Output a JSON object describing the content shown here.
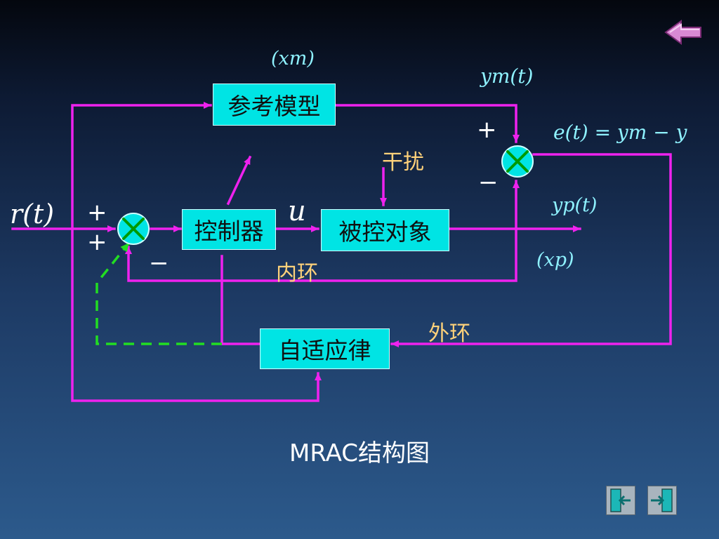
{
  "blocks": {
    "reference_model": "参考模型",
    "controller": "控制器",
    "plant": "被控对象",
    "adaptive_law": "自适应律"
  },
  "signals": {
    "reference_input": "r(t)",
    "model_state": "(xm)",
    "model_output": "ym(t)",
    "error": "e(t) = ym − y",
    "control": "u",
    "plant_output": "yp(t)",
    "plant_state": "(xp)",
    "disturbance": "干扰",
    "inner_loop": "内环",
    "outer_loop": "外环"
  },
  "signs": {
    "sum1_top": "+",
    "sum1_left": "+",
    "sum1_bottom": "−",
    "sum2_top": "+",
    "sum2_bottom": "−"
  },
  "caption": "MRAC结构图",
  "colors": {
    "line": "#ee22ee",
    "block_fill": "#00e4e4",
    "sum_cross": "#009a00",
    "dashed": "#22dd22",
    "chinese_label": "#ffd27a",
    "math_label": "#8ff2ff"
  },
  "icons": {
    "back": "back-arrow-icon",
    "prev": "prev-slide-icon",
    "next": "next-slide-icon"
  }
}
